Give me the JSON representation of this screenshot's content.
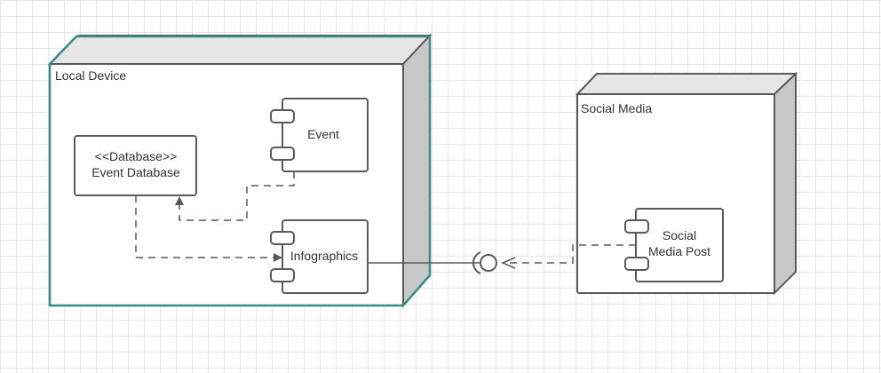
{
  "nodes": {
    "local_device": {
      "label": "Local Device",
      "selected_color": "#3a8a8a"
    },
    "social_media": {
      "label": "Social Media"
    }
  },
  "components": {
    "event": {
      "label": "Event"
    },
    "database": {
      "stereotype": "<<Database>>",
      "label": "Event Database"
    },
    "infographics": {
      "label": "Infographics"
    },
    "social_post": {
      "line1": "Social",
      "line2": "Media Post"
    }
  },
  "colors": {
    "stroke": "#5a5a5a",
    "node_top": "#e6e6e6",
    "node_side": "#c8c8c8",
    "text": "#333333"
  }
}
